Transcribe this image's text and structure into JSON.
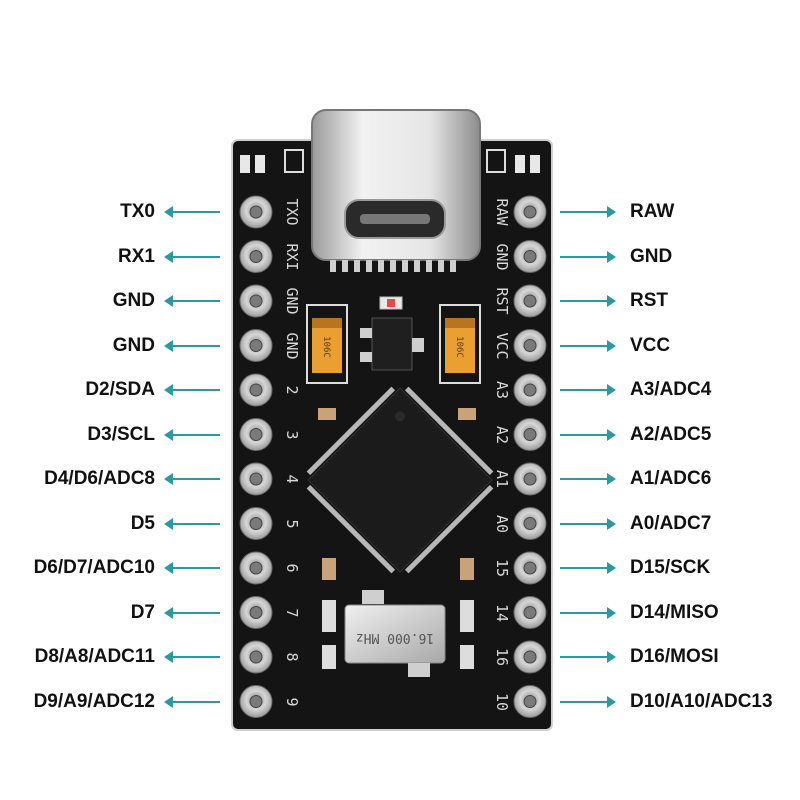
{
  "colors": {
    "arrow": "#2a9aa0",
    "board": "#151515",
    "pin_ring": "#c9c9c9",
    "cap_orange": "#e9a030"
  },
  "left_pins": [
    "TX0",
    "RX1",
    "GND",
    "GND",
    "D2/SDA",
    "D3/SCL",
    "D4/D6/ADC8",
    "D5",
    "D6/D7/ADC10",
    "D7",
    "D8/A8/ADC11",
    "D9/A9/ADC12"
  ],
  "right_pins": [
    "RAW",
    "GND",
    "RST",
    "VCC",
    "A3/ADC4",
    "A2/ADC5",
    "A1/ADC6",
    "A0/ADC7",
    "D15/SCK",
    "D14/MISO",
    "D16/MOSI",
    "D10/A10/ADC13"
  ],
  "board_left_silk": [
    "TXO",
    "RXI",
    "GND",
    "GND",
    "2",
    "3",
    "4",
    "5",
    "6",
    "7",
    "8",
    "9"
  ],
  "board_right_silk": [
    "RAW",
    "GND",
    "RST",
    "VCC",
    "A3",
    "A2",
    "A1",
    "A0",
    "15",
    "14",
    "16",
    "10"
  ],
  "crystal_text": "16.000 MHz",
  "cap_text": "106C",
  "icons": [
    "usb-c-connector-icon",
    "microcontroller-chip-icon",
    "crystal-oscillator-icon"
  ]
}
